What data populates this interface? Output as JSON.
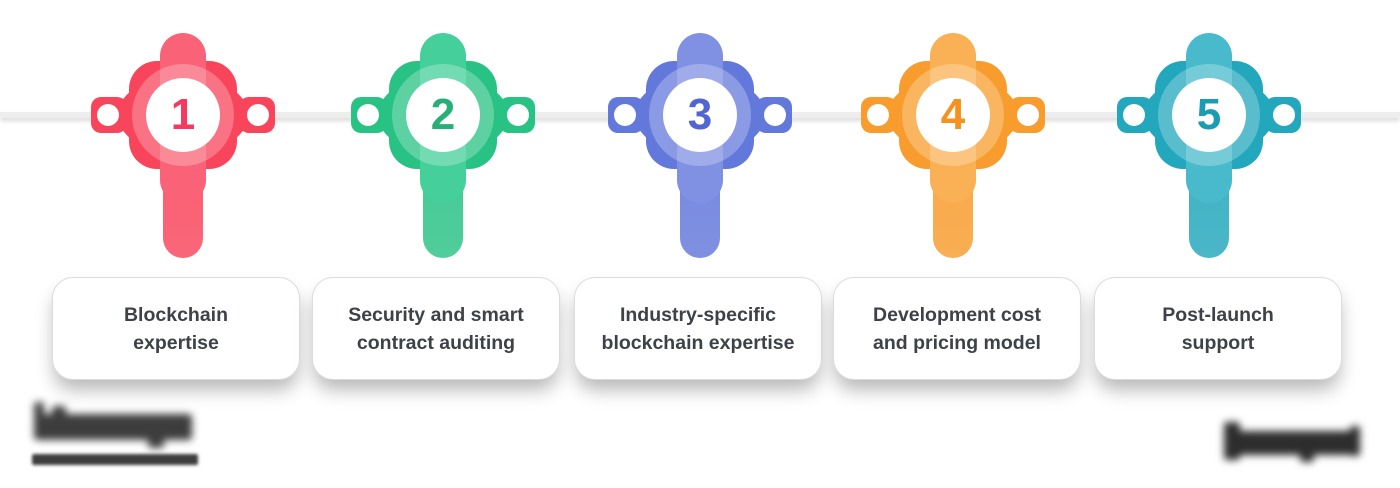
{
  "diagram": {
    "background": "#ffffff",
    "timeline": {
      "line_color": "#ededed"
    },
    "card_style": {
      "text_color": "#3e4147",
      "border_color": "#dcdcdc"
    },
    "steps": [
      {
        "number": "1",
        "label": "Blockchain expertise",
        "label_lines": [
          "Blockchain",
          "expertise"
        ],
        "color": "#f9455c",
        "light_color": "#fa6377",
        "number_color": "#f43a5f"
      },
      {
        "number": "2",
        "label": "Security and smart contract auditing",
        "label_lines": [
          "Security and smart",
          "contract auditing"
        ],
        "color": "#29c285",
        "light_color": "#45cf9a",
        "number_color": "#26b077"
      },
      {
        "number": "3",
        "label": "Industry-specific blockchain expertise",
        "label_lines": [
          "Industry-specific",
          "blockchain expertise"
        ],
        "color": "#6378db",
        "light_color": "#8090e3",
        "number_color": "#5165d3"
      },
      {
        "number": "4",
        "label": "Development cost and pricing model",
        "label_lines": [
          "Development cost",
          "and pricing model"
        ],
        "color": "#f89c2d",
        "light_color": "#fab055",
        "number_color": "#f5911c"
      },
      {
        "number": "5",
        "label": "Post-launch support",
        "label_lines": [
          "Post-launch",
          "support"
        ],
        "color": "#22a7bc",
        "light_color": "#49bacb",
        "number_color": "#1a9db2"
      }
    ],
    "watermarks": {
      "left": {
        "icon": "blurred-logo-with-underline-icon",
        "ink": "#3d3d3d"
      },
      "right": {
        "icon": "blurred-wordmark-icon",
        "ink": "#2d2d2d"
      }
    }
  }
}
